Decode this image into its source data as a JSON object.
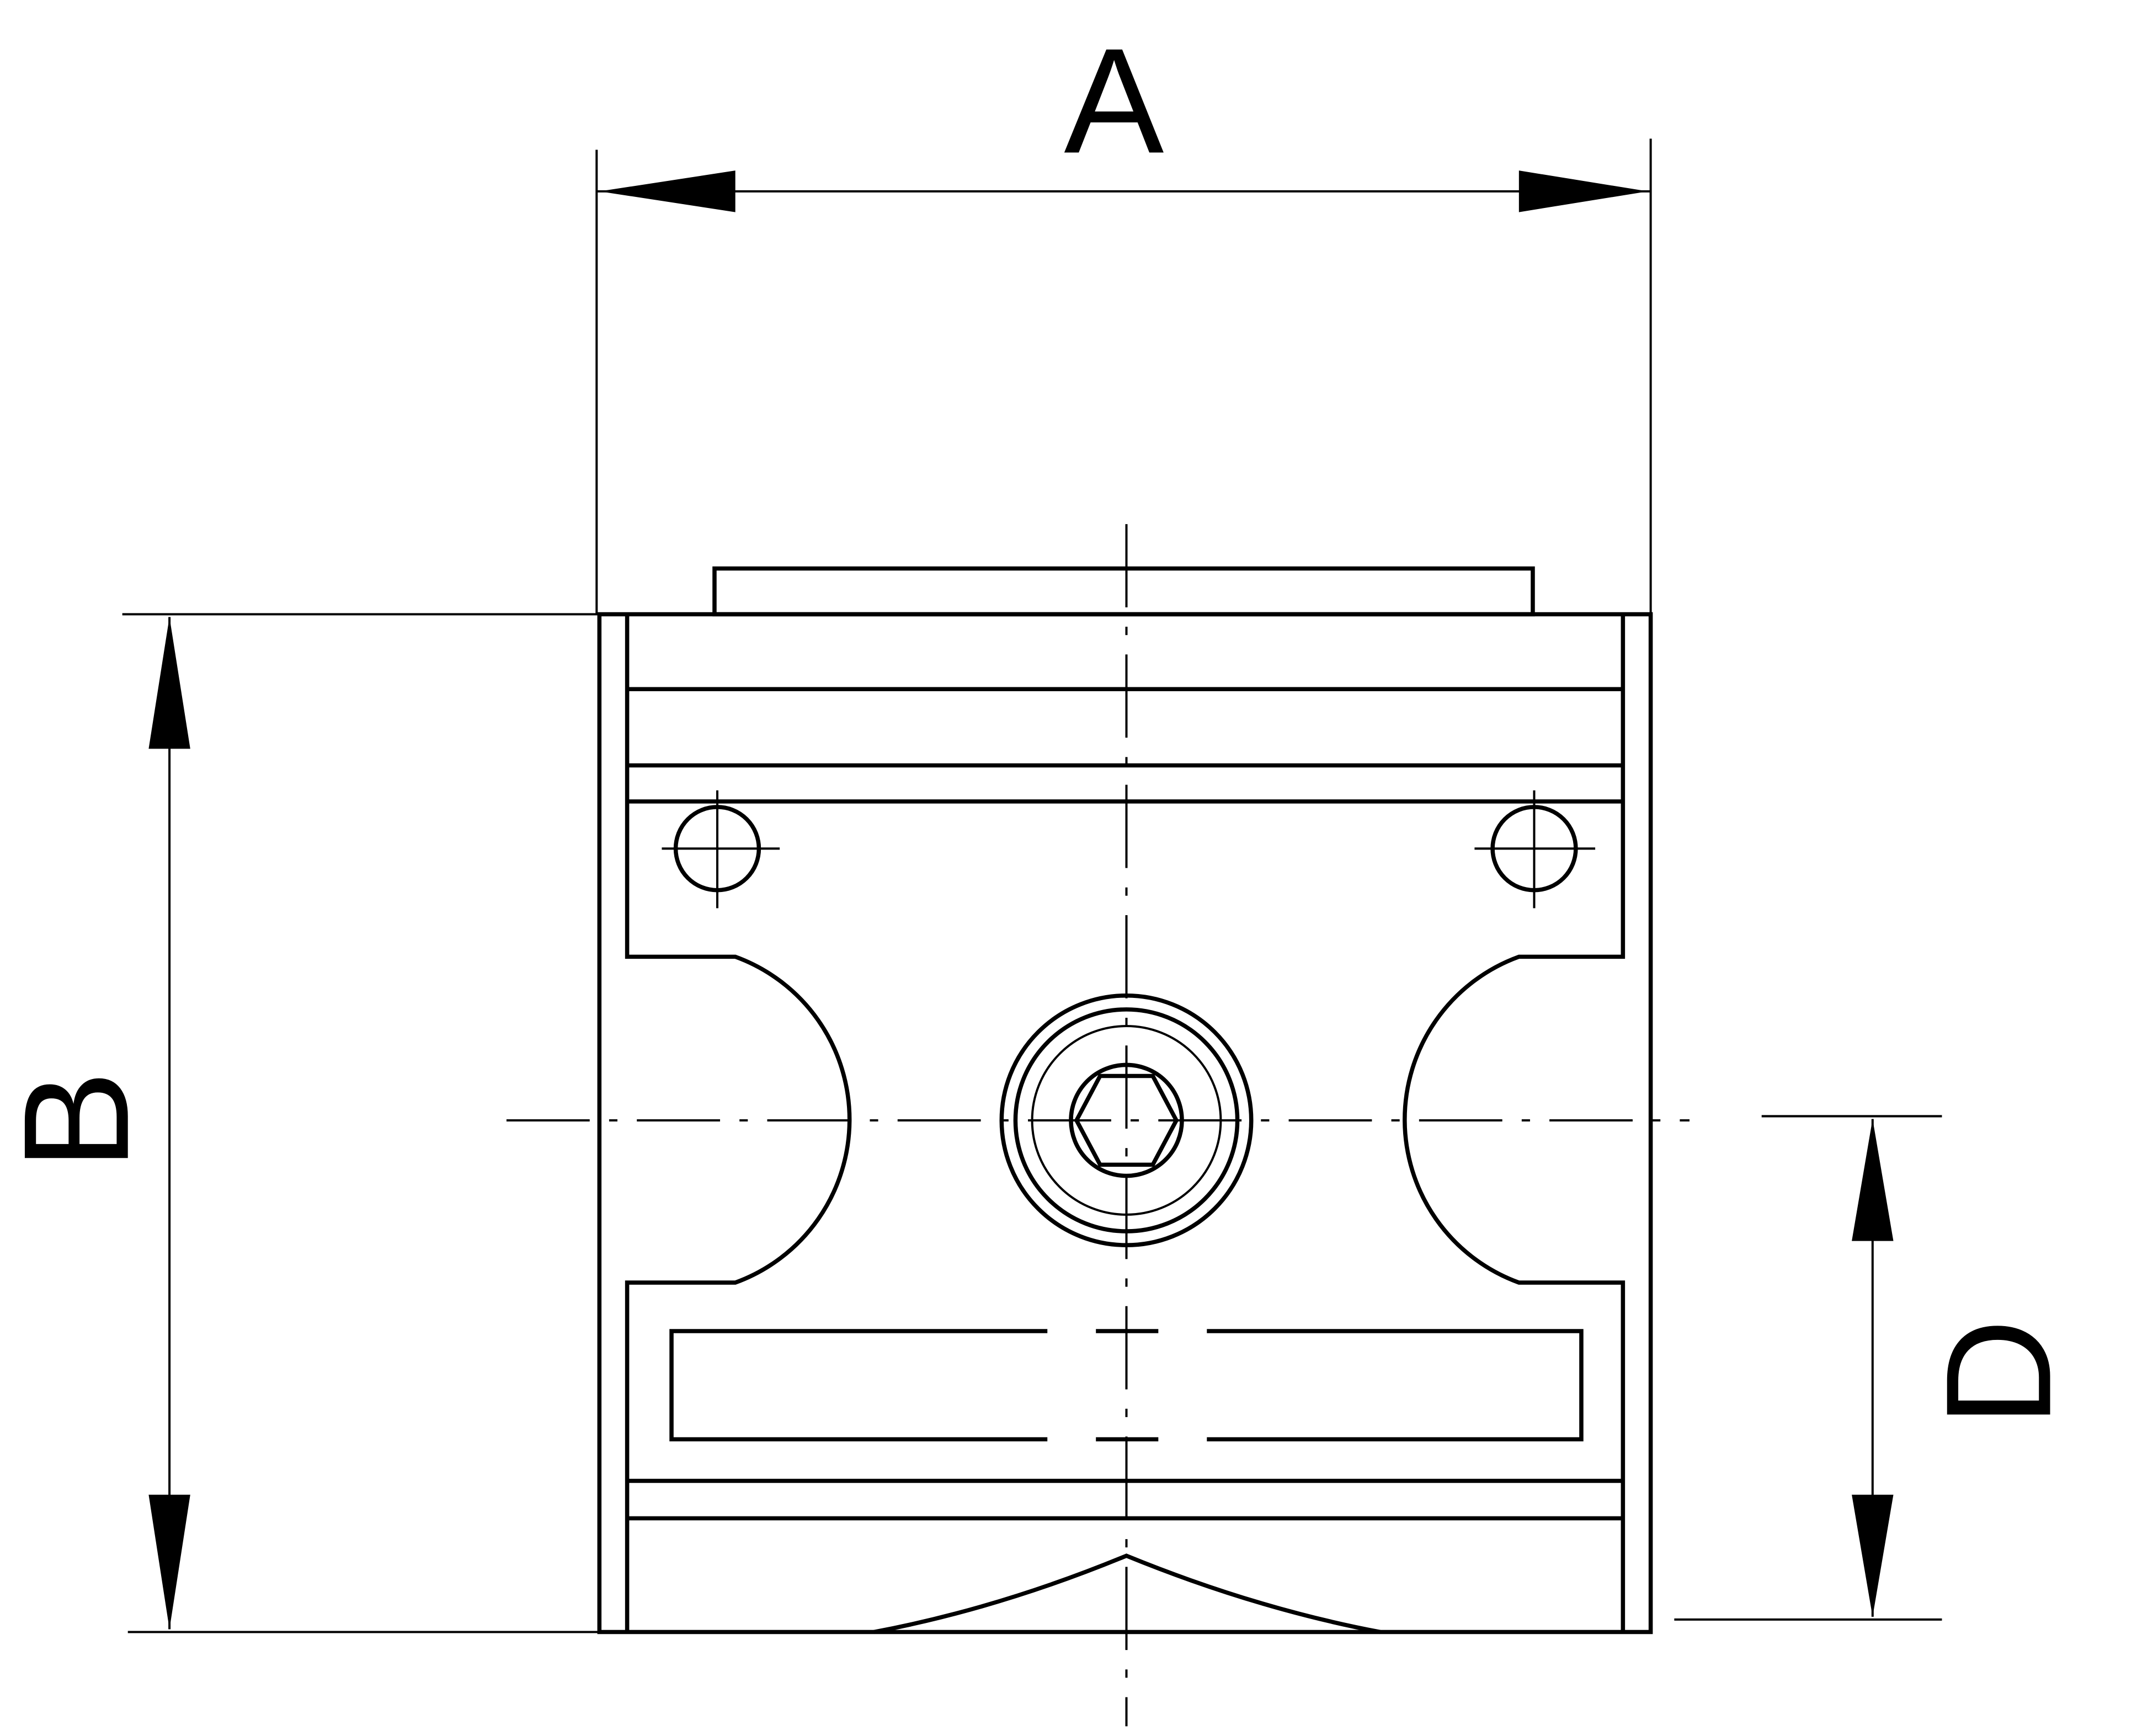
{
  "drawing": {
    "dimension_labels": {
      "width": "A",
      "height": "B",
      "port_height": "D"
    },
    "colors": {
      "line": "#000000",
      "background": "#ffffff"
    }
  }
}
